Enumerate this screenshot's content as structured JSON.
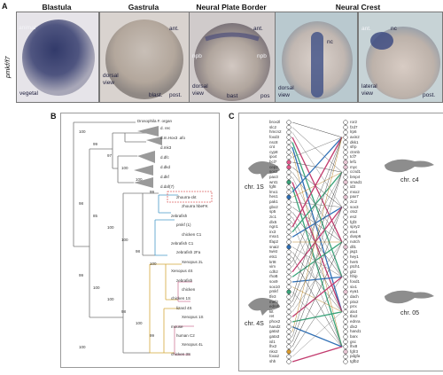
{
  "panel_a": {
    "letter": "A",
    "side_label": "pmkf/f7",
    "columns": [
      "Blastula",
      "Gastrula",
      "Neural Plate Border",
      "Neural Crest"
    ],
    "blastula": {
      "animal": "animal",
      "vegetal": "vegetal"
    },
    "gastrula": {
      "ant": "ant.",
      "dorsal": "dorsal",
      "view": "view",
      "blast": "blast.",
      "post": "post."
    },
    "npb_panel": {
      "ant": "ant.",
      "npb_left": "npb",
      "npb_right": "npb",
      "dorsal": "dorsal",
      "view": "view",
      "bast": "bast",
      "post": "pos"
    },
    "nc_dorsal": {
      "dorsal": "dorsal",
      "view": "view",
      "nc": "nc"
    },
    "nc_lateral": {
      "ant": "ant.",
      "nc": "nc",
      "lateral": "lateral",
      "view": "view",
      "post": "post."
    }
  },
  "panel_b": {
    "letter": "B",
    "outgroup": "Drosophila F. organ",
    "labels": [
      "d. rec",
      "d.m.Hox3 .afo",
      "d.mk3",
      "d.dfc",
      "d.dkd",
      "d.dkf",
      "d.daf(7)",
      "zhourra-ckt",
      "zhourra hbeFK",
      "zebrafish",
      "pmkf (1)",
      "chicken C1",
      "zebrafish C1",
      "zebrafish 2Fa",
      "Xenopus 2L",
      "Xenopus 4S",
      "zebrafish",
      "chicken",
      "chicken 1S",
      "lizard 4S",
      "Xenopus 1S",
      "mouse",
      "human C2",
      "Xenopus 4L",
      "chicken 3S"
    ],
    "bootstraps": [
      "100",
      "99",
      "97",
      "100",
      "100",
      "99",
      "98",
      "85",
      "100",
      "100",
      "98",
      "100",
      "99",
      "100",
      "100",
      "98",
      "100",
      "99",
      "100"
    ]
  },
  "panel_c": {
    "letter": "C",
    "chr_top_left": "chr. 1S",
    "chr_top_right": "chr. c4",
    "chr_bottom_left": "chr. 4S",
    "chr_bottom_right": "chr. 05",
    "left_genes": [
      "brox2l",
      "slc2",
      "hmcn2",
      "foxd3",
      "nsc8",
      "cnt",
      "cyp8",
      "ipo4",
      "bcl7",
      "cep2",
      "sox2",
      "pax3",
      "wnt1",
      "fgf8",
      "lmx1",
      "hes1",
      "pak1",
      "gbx2",
      "sp5",
      "zic1",
      "dlx5",
      "ngn1",
      "irx3",
      "msx1",
      "tfap2",
      "snai2",
      "twist",
      "ets1",
      "krt8",
      "vim",
      "cdh2",
      "rhoB",
      "sox9",
      "sox10",
      "pmkf",
      "tfe3",
      "mef2",
      "ednrb",
      "kit",
      "ret",
      "phox2",
      "hand2",
      "gata2",
      "gata3",
      "isl1",
      "lhx2",
      "nkx2",
      "foxa2",
      "shh"
    ],
    "right_genes": [
      "ror2",
      "fzd7",
      "lrp6",
      "axin2",
      "dkk1",
      "sfrp",
      "ctnnb",
      "tcf7",
      "lef1",
      "myc",
      "ccnd1",
      "bmp4",
      "smad1",
      "id3",
      "msx2",
      "pax7",
      "zic2",
      "sox3",
      "otx2",
      "en2",
      "fgf3",
      "spry2",
      "etv4",
      "dusp6",
      "notch",
      "dll1",
      "jag1",
      "hey1",
      "her6",
      "ptch1",
      "gli2",
      "hhip",
      "foxd1",
      "six1",
      "eya1",
      "dach",
      "pitx2",
      "prrx",
      "alx4",
      "tbx2",
      "ednra",
      "dlx2",
      "hand1",
      "barx",
      "gsc",
      "lhx8",
      "fgfr3",
      "pdgfa",
      "tgfb2"
    ]
  }
}
